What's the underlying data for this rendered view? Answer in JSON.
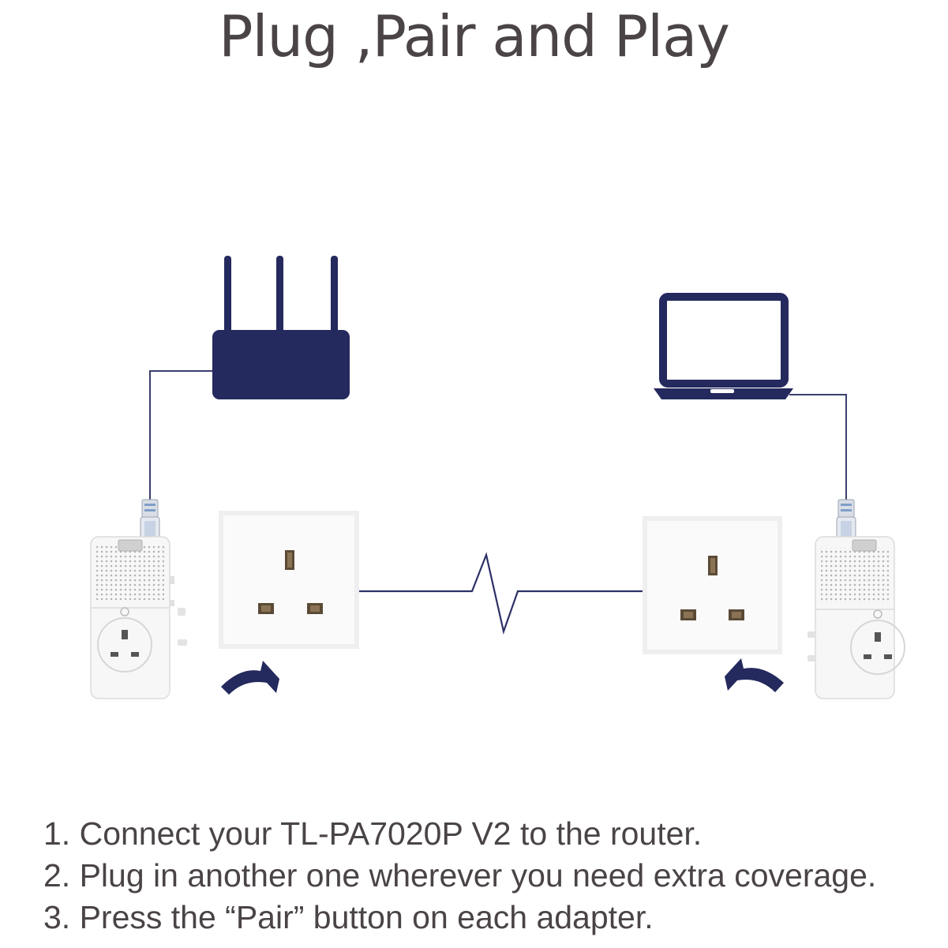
{
  "title": "Plug ,Pair and Play",
  "steps": [
    "1. Connect your TL-PA7020P V2 to the router.",
    "2. Plug in another one wherever you need extra coverage.",
    "3. Press the “Pair” button on each adapter."
  ],
  "colors": {
    "navy": "#24295e",
    "text": "#4a4446",
    "device_white": "#f7f7f7"
  },
  "icons": [
    "router-icon",
    "laptop-icon",
    "wall-socket-icon",
    "powerline-adapter-icon",
    "ethernet-plug-icon",
    "curved-arrow-icon"
  ]
}
